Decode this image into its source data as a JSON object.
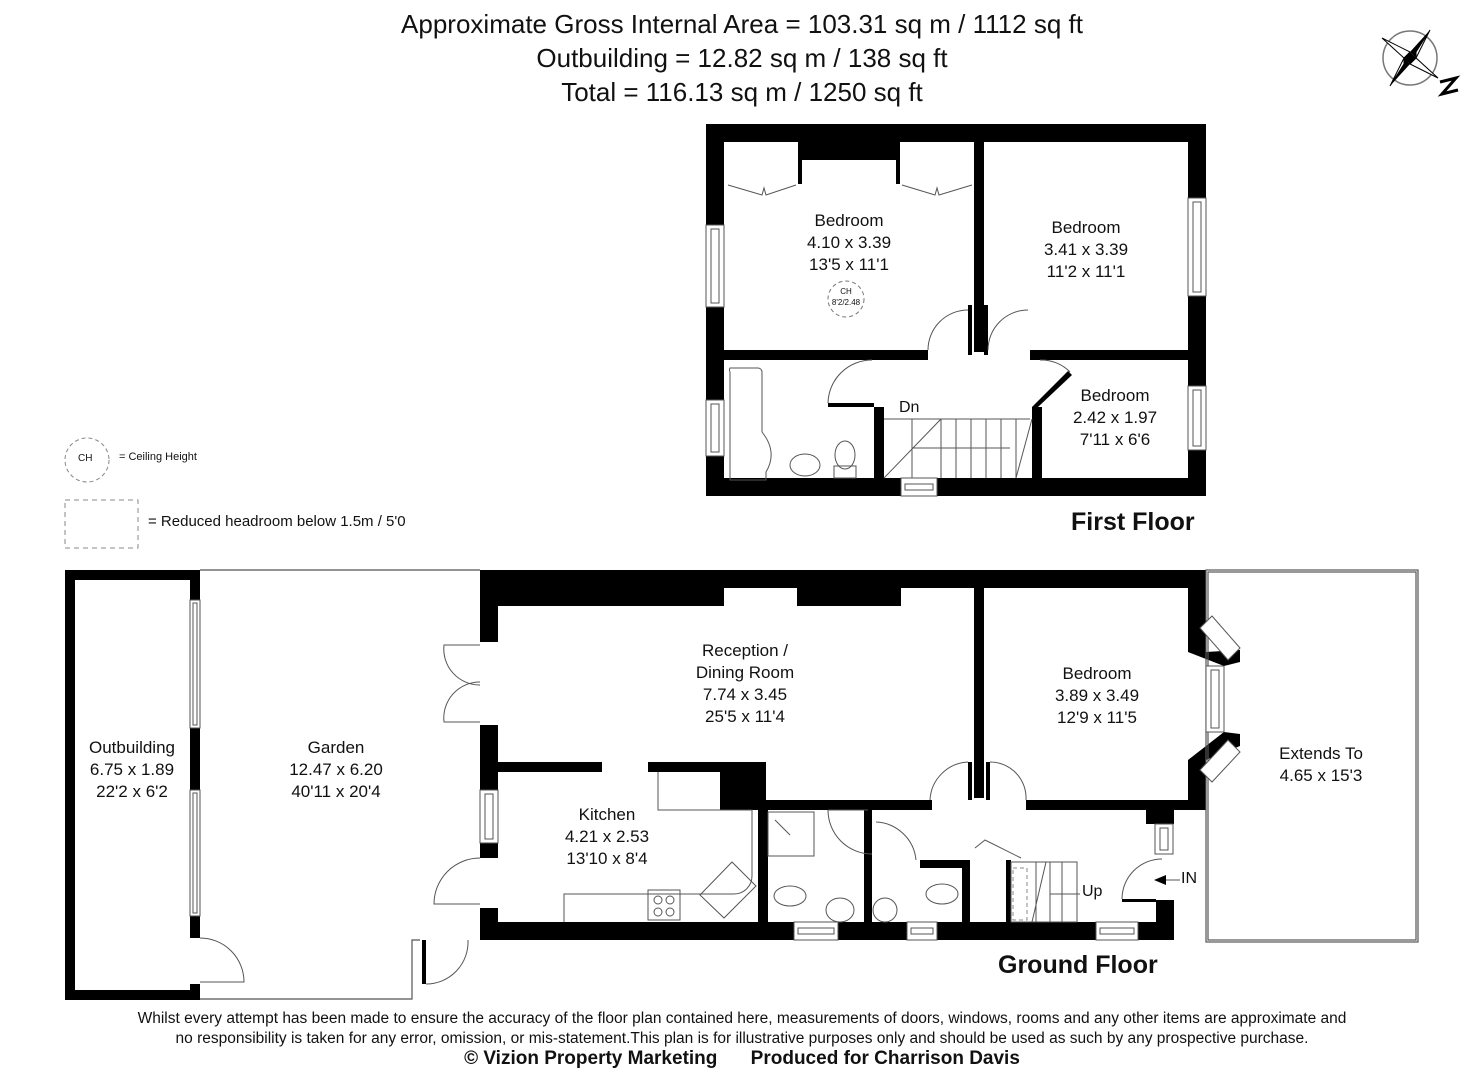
{
  "header": {
    "gross_internal_area": "Approximate Gross Internal Area = 103.31 sq m / 1112 sq ft",
    "outbuilding_area": "Outbuilding = 12.82 sq m / 138 sq ft",
    "total_area": "Total = 116.13 sq m / 1250 sq ft"
  },
  "compass": {
    "label": "N",
    "icon": "compass-rose-icon"
  },
  "legend": {
    "ceiling_height_symbol": "CH",
    "ceiling_height_text": "= Ceiling Height",
    "reduced_headroom_text": "= Reduced headroom below 1.5m / 5'0"
  },
  "first_floor": {
    "title": "First Floor",
    "stairs_label": "Dn",
    "ceiling_height": {
      "symbol": "CH",
      "value": "8'2/2.48"
    },
    "rooms": [
      {
        "name": "Bedroom",
        "metric": "4.10 x 3.39",
        "imperial": "13'5 x 11'1"
      },
      {
        "name": "Bedroom",
        "metric": "3.41 x 3.39",
        "imperial": "11'2 x 11'1"
      },
      {
        "name": "Bedroom",
        "metric": "2.42 x 1.97",
        "imperial": "7'11 x 6'6"
      }
    ]
  },
  "ground_floor": {
    "title": "Ground Floor",
    "stairs_label": "Up",
    "entrance_label": "IN",
    "rooms": [
      {
        "name": "Outbuilding",
        "metric": "6.75 x 1.89",
        "imperial": "22'2 x 6'2"
      },
      {
        "name": "Garden",
        "metric": "12.47 x 6.20",
        "imperial": "40'11 x 20'4"
      },
      {
        "name": "Reception /",
        "name2": "Dining Room",
        "metric": "7.74 x 3.45",
        "imperial": "25'5 x 11'4"
      },
      {
        "name": "Bedroom",
        "metric": "3.89 x 3.49",
        "imperial": "12'9 x 11'5"
      },
      {
        "name": "Kitchen",
        "metric": "4.21 x 2.53",
        "imperial": "13'10 x 8'4"
      },
      {
        "name": "Extends To",
        "metric": "4.65 x 15'3"
      }
    ]
  },
  "footer": {
    "disclaimer_line1": "Whilst every attempt has been made to ensure the accuracy of the floor plan contained here, measurements of doors, windows, rooms and any other items are approximate and",
    "disclaimer_line2": "no responsibility is taken for any error, omission, or mis-statement.This plan is for illustrative purposes only and should be used as such by any prospective purchase.",
    "copyright": "© Vizion Property Marketing",
    "produced_for": "Produced for Charrison Davis"
  },
  "colors": {
    "wall": "#000000",
    "line": "#555555",
    "background": "#ffffff",
    "dashed": "#888888"
  }
}
